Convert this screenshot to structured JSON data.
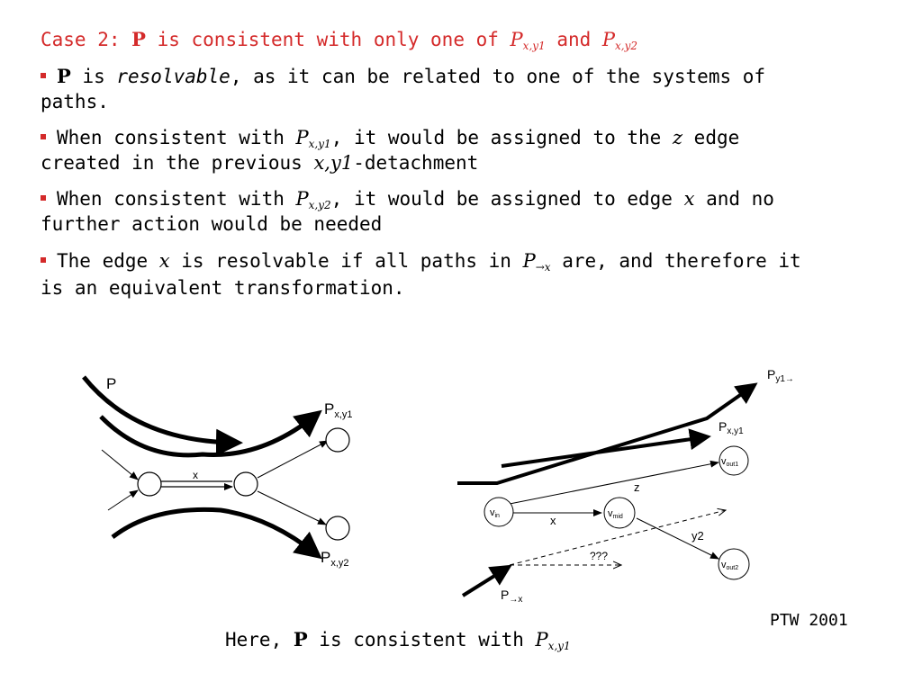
{
  "heading": {
    "case_label": "Case 2: ",
    "p": "P",
    "mid": " is consistent with only one of ",
    "p1": "P",
    "p1_sub": "x,y1",
    "and": " and ",
    "p2": "P",
    "p2_sub": "x,y2"
  },
  "bullets": [
    {
      "p": "P",
      "is": " is ",
      "resolvable": "resolvable",
      "rest": ", as it can be related to one of the systems of",
      "line2": "paths."
    },
    {
      "pre": "When consistent with ",
      "p": "P",
      "p_sub": "x,y1",
      "post": ", it would be assigned to the ",
      "z": "z",
      "post2": " edge",
      "line2_pre": "created in the previous ",
      "xy1": "x,y1",
      "line2_post": "-detachment"
    },
    {
      "pre": "When consistent with ",
      "p": "P",
      "p_sub": "x,y2",
      "post": ", it would be assigned to edge ",
      "x": "x",
      "post2": " and no",
      "line2": "further action would be needed"
    },
    {
      "pre": "The edge ",
      "x": "x",
      "mid": " is resolvable if all paths in ",
      "p": "P",
      "p_sub": "→x",
      "post": " are, and therefore it",
      "line2": "is an equivalent transformation."
    }
  ],
  "left_diagram": {
    "p_label": "P",
    "x_label": "x",
    "pxy1": "P",
    "pxy1_sub": "x,y1",
    "pxy2": "P",
    "pxy2_sub": "x,y2"
  },
  "right_diagram": {
    "py1": "P",
    "py1_sub": "y1→",
    "pxy1": "P",
    "pxy1_sub": "x,y1",
    "vout1": "v",
    "vout1_sub": "out1",
    "z": "z",
    "vin": "v",
    "vin_sub": "in",
    "x": "x",
    "vmid": "v",
    "vmid_sub": "mid",
    "y2": "y2",
    "q": "???",
    "vout2": "v",
    "vout2_sub": "out2",
    "px": "P",
    "px_sub": "→x"
  },
  "caption": {
    "pre": "Here, ",
    "p": "P",
    "mid": " is consistent with ",
    "p2": "P",
    "p2_sub": "x,y1"
  },
  "credit": "PTW 2001"
}
